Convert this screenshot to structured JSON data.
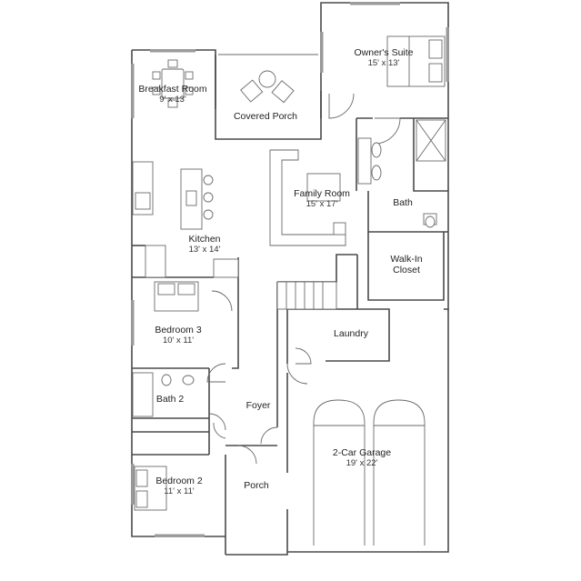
{
  "rooms": [
    {
      "id": "owners-suite",
      "name": "Owner's Suite",
      "dim": "15' x 13'"
    },
    {
      "id": "breakfast-room",
      "name": "Breakfast Room",
      "dim": "9' x 13'"
    },
    {
      "id": "covered-porch",
      "name": "Covered Porch",
      "dim": ""
    },
    {
      "id": "family-room",
      "name": "Family Room",
      "dim": "15' x 17'"
    },
    {
      "id": "bath",
      "name": "Bath",
      "dim": ""
    },
    {
      "id": "kitchen",
      "name": "Kitchen",
      "dim": "13' x 14'"
    },
    {
      "id": "walk-in-closet",
      "name": "Walk-In",
      "name2": "Closet",
      "dim": ""
    },
    {
      "id": "bedroom-3",
      "name": "Bedroom 3",
      "dim": "10' x 11'"
    },
    {
      "id": "laundry",
      "name": "Laundry",
      "dim": ""
    },
    {
      "id": "bath-2",
      "name": "Bath 2",
      "dim": ""
    },
    {
      "id": "foyer",
      "name": "Foyer",
      "dim": ""
    },
    {
      "id": "garage",
      "name": "2-Car Garage",
      "dim": "19' x 22'"
    },
    {
      "id": "bedroom-2",
      "name": "Bedroom 2",
      "dim": "11' x 11'"
    },
    {
      "id": "porch",
      "name": "Porch",
      "dim": ""
    }
  ]
}
